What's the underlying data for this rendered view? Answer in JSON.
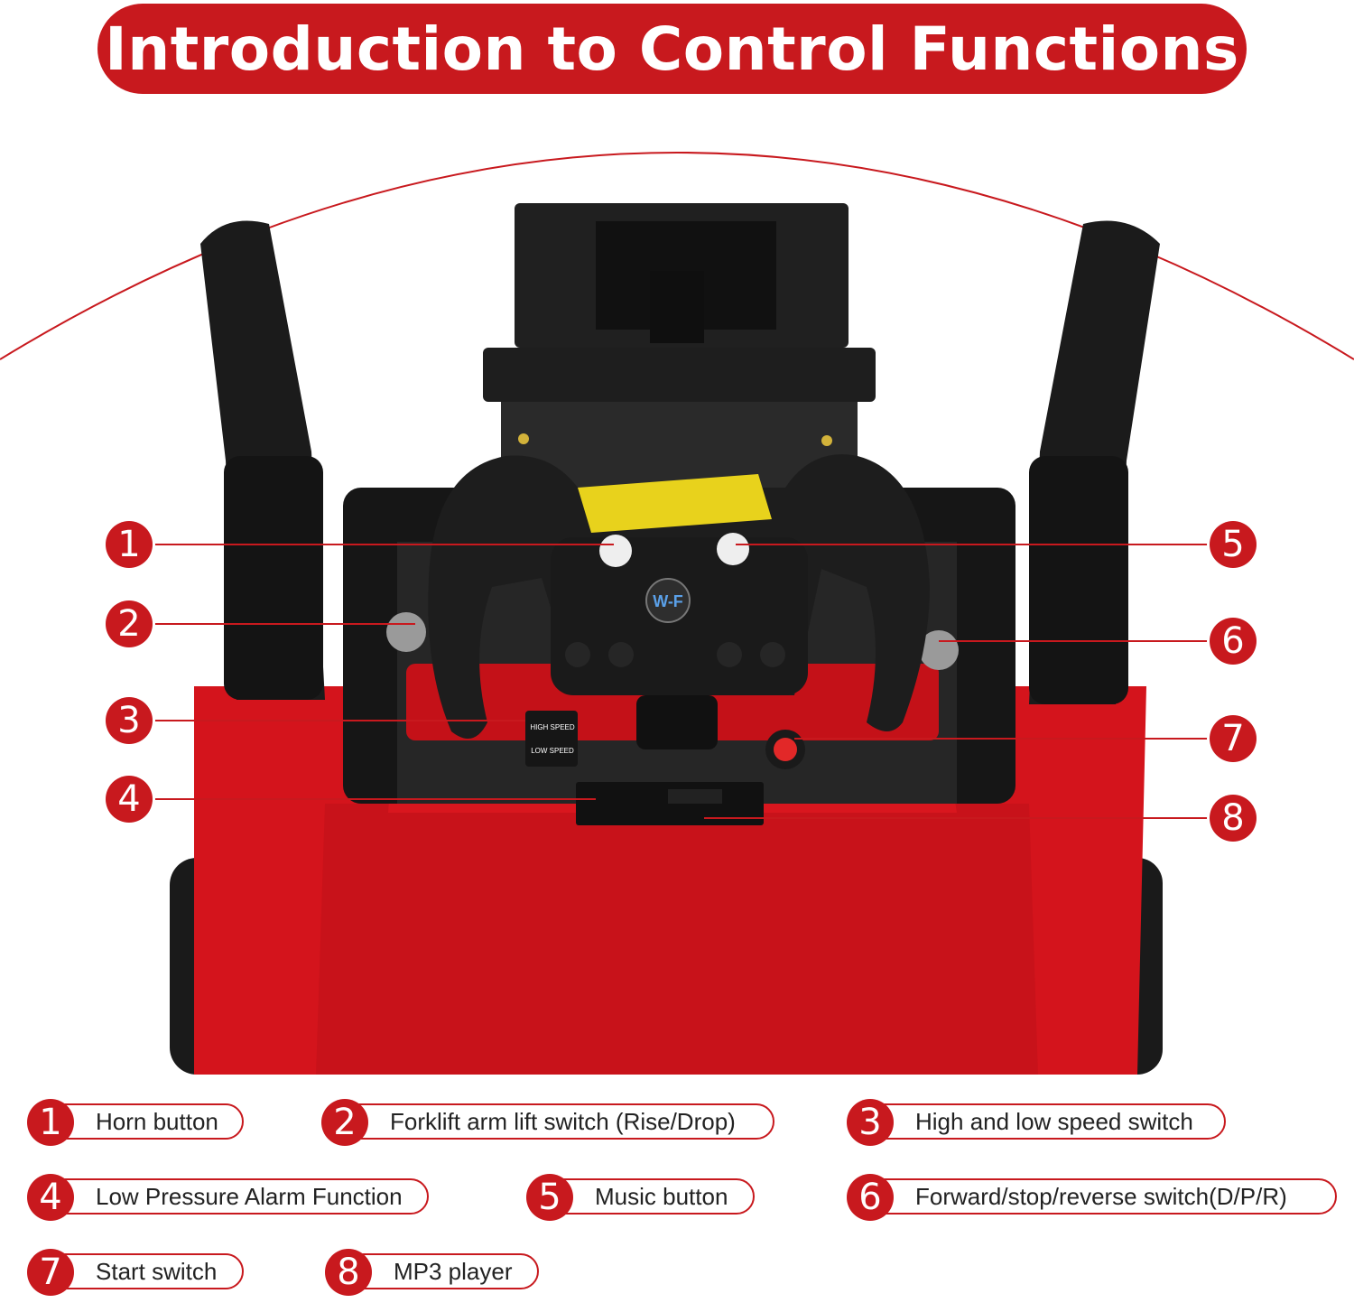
{
  "title": "Introduction to Control Functions",
  "colors": {
    "accent": "#c8191e",
    "vehicle_body": "#d4141c",
    "frame": "#1c1c1c",
    "logo_yellow": "#e8d21c"
  },
  "markers": [
    "1",
    "2",
    "3",
    "4",
    "5",
    "6",
    "7",
    "8"
  ],
  "console": {
    "speed_high": "HIGH SPEED",
    "speed_low": "LOW SPEED",
    "logo": "W-F"
  },
  "legend": [
    {
      "num": "1",
      "label": "Horn button"
    },
    {
      "num": "2",
      "label": "Forklift arm lift switch (Rise/Drop)"
    },
    {
      "num": "3",
      "label": "High and low speed switch"
    },
    {
      "num": "4",
      "label": "Low Pressure Alarm Function"
    },
    {
      "num": "5",
      "label": "Music button"
    },
    {
      "num": "6",
      "label": "Forward/stop/reverse switch(D/P/R)"
    },
    {
      "num": "7",
      "label": "Start switch"
    },
    {
      "num": "8",
      "label": "MP3 player"
    }
  ]
}
